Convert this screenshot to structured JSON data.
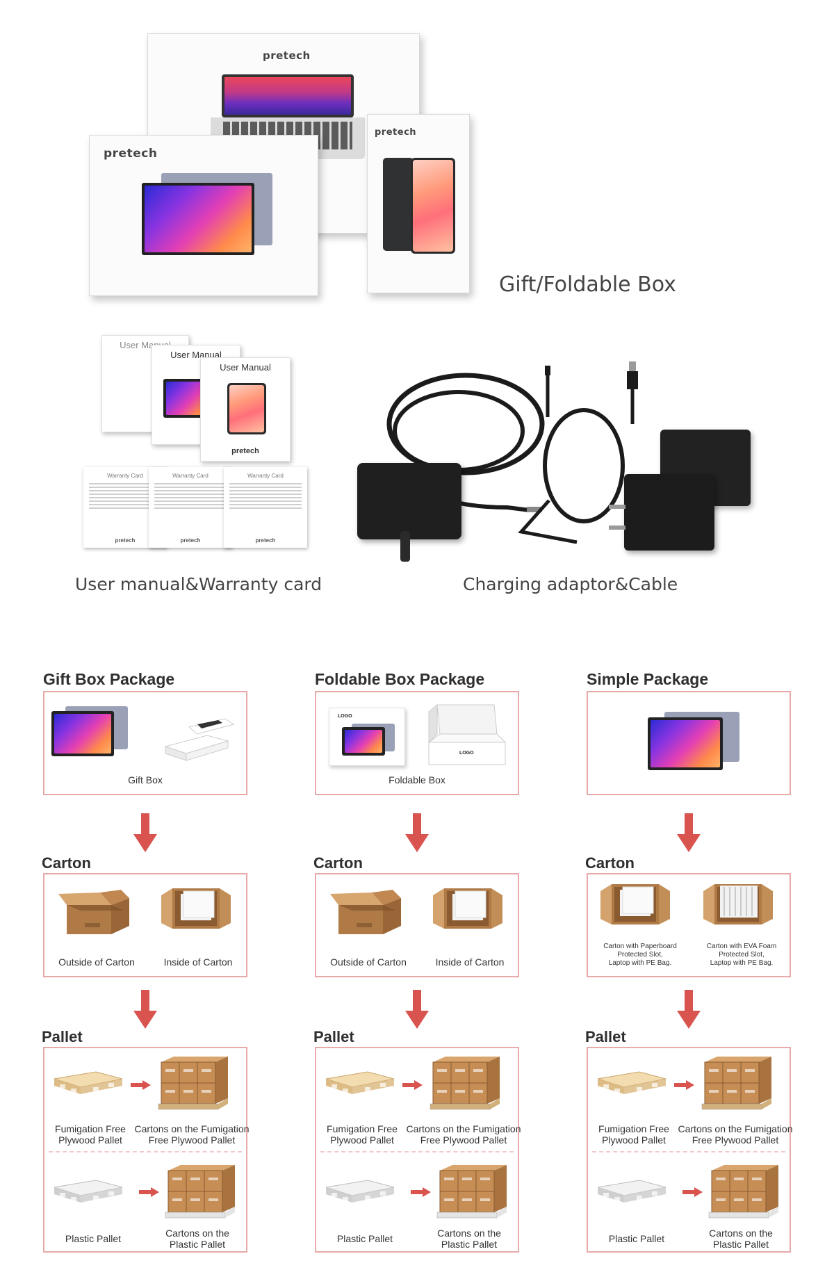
{
  "top": {
    "brand": "pretech",
    "gift_label": "Gift/Foldable Box",
    "manual_label": "User manual&Warranty card",
    "charger_label": "Charging adaptor&Cable",
    "manual_title": "User Manual",
    "warranty_title": "Warranty Card"
  },
  "columns": [
    {
      "title": "Gift Box Package",
      "package_caption": "Gift Box",
      "carton_title": "Carton",
      "carton_captions": [
        "Outside of Carton",
        "Inside of Carton"
      ],
      "pallet_title": "Pallet",
      "pallet_captions": [
        "Fumigation Free\nPlywood Pallet",
        "Cartons on the Fumigation\nFree Plywood Pallet",
        "Plastic Pallet",
        "Cartons on the\nPlastic Pallet"
      ]
    },
    {
      "title": "Foldable Box Package",
      "package_caption": "Foldable Box",
      "box_logo": "LOGO",
      "carton_title": "Carton",
      "carton_captions": [
        "Outside of Carton",
        "Inside of Carton"
      ],
      "pallet_title": "Pallet",
      "pallet_captions": [
        "Fumigation Free\nPlywood Pallet",
        "Cartons on the Fumigation\nFree Plywood Pallet",
        "Plastic Pallet",
        "Cartons on the\nPlastic Pallet"
      ]
    },
    {
      "title": "Simple Package",
      "package_caption": "",
      "carton_title": "Carton",
      "carton_captions": [
        "Carton with Paperboard\nProtected Slot,\nLaptop with PE Bag.",
        "Carton with EVA Foam\nProtected Slot,\nLaptop with PE Bag."
      ],
      "pallet_title": "Pallet",
      "pallet_captions": [
        "Fumigation Free\nPlywood Pallet",
        "Cartons on the Fumigation\nFree Plywood Pallet",
        "Plastic Pallet",
        "Cartons on the\nPlastic Pallet"
      ]
    }
  ],
  "colors": {
    "accent_red": "#d9534f",
    "frame_border": "#e8a9a9",
    "carton_brown": "#c8925a"
  },
  "icons": [
    "laptop-icon",
    "tablet-icon",
    "phone-icon",
    "charger-icon",
    "cable-icon",
    "carton-box-icon",
    "pallet-icon",
    "down-arrow-icon",
    "right-arrow-icon"
  ]
}
